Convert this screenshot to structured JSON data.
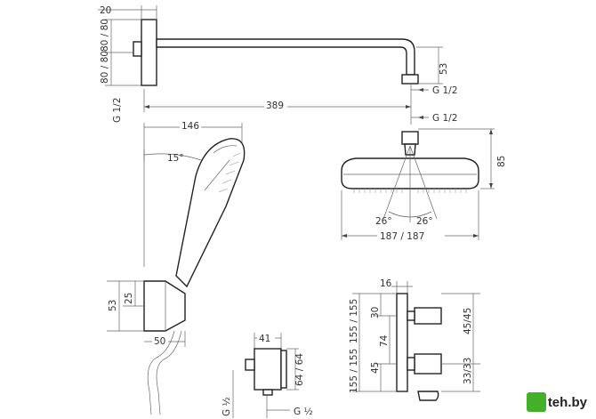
{
  "shower_arm": {
    "dim_top": "20",
    "dim_left_upper": "80 / 80",
    "dim_left_lower": "80 / 80",
    "dim_thread_left": "G 1/2",
    "dim_length": "389",
    "dim_drop": "53",
    "dim_thread_outlet": "G 1/2"
  },
  "overhead_shower": {
    "dim_thread": "G 1/2",
    "dim_height": "85",
    "dim_angle_left": "26°",
    "dim_angle_right": "26°",
    "dim_diameter": "187 / 187"
  },
  "hand_shower": {
    "dim_offset": "146",
    "dim_angle": "15°",
    "dim_holder_h1": "53",
    "dim_holder_h2": "25",
    "dim_holder_w": "50"
  },
  "wall_outlet": {
    "dim_width": "41",
    "dim_size": "64 / 64",
    "dim_thread_left": "G ½",
    "dim_thread_bottom": "G ½"
  },
  "thermostat": {
    "dim_depth": "16",
    "dim_height_total": "155 / 155",
    "dim_top_offset": "30",
    "dim_spacing": "74",
    "dim_bottom_offset": "45",
    "dim_knob_top": "45/45",
    "dim_knob_bottom": "33/33",
    "dim_height_lower": "155 / 155"
  },
  "watermark": {
    "text": "teh.by",
    "color": "#43b02a"
  }
}
